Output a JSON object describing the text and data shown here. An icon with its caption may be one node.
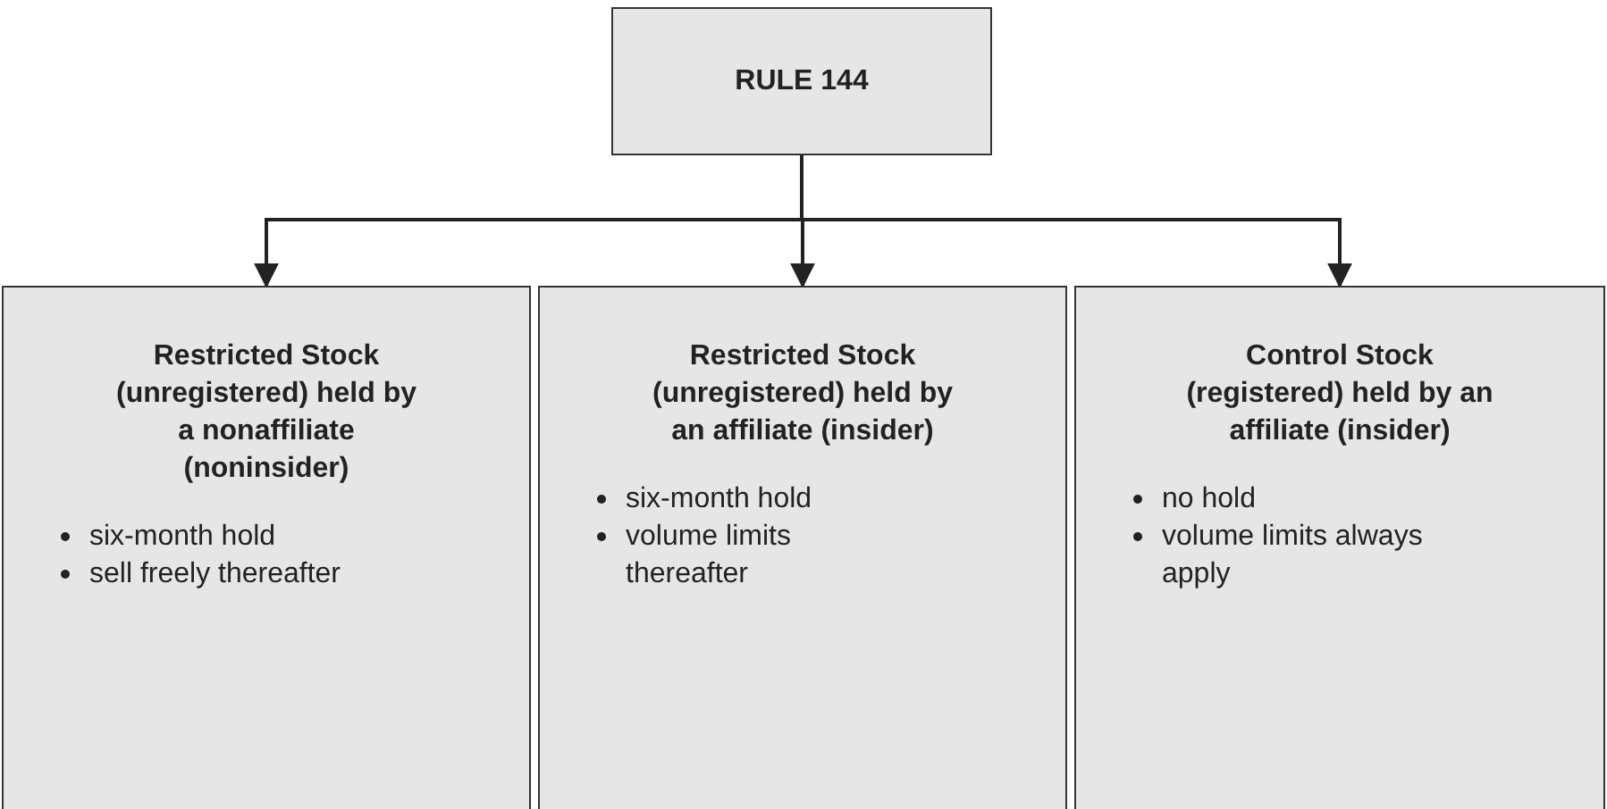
{
  "diagram": {
    "nodes": [
      {
        "text": [
          "RULE 144"
        ]
      },
      {
        "text": [
          "Restricted Stock (unregistered) held by a nonaffiliate (noninsider)",
          "six-month hold",
          "sell freely thereafter"
        ]
      },
      {
        "text": [
          "Restricted Stock (unregistered) held by an affiliate (insider)",
          "six-month hold",
          "volume limits thereafter"
        ]
      },
      {
        "text": [
          "Control Stock (registered) held by an affiliate (insider)",
          "no hold",
          "volume limits always apply"
        ]
      }
    ],
    "edges": [
      {
        "from": 0,
        "to": 1,
        "arrow": "to"
      },
      {
        "from": 0,
        "to": 2,
        "arrow": "to"
      },
      {
        "from": 0,
        "to": 3,
        "arrow": "to"
      }
    ]
  }
}
